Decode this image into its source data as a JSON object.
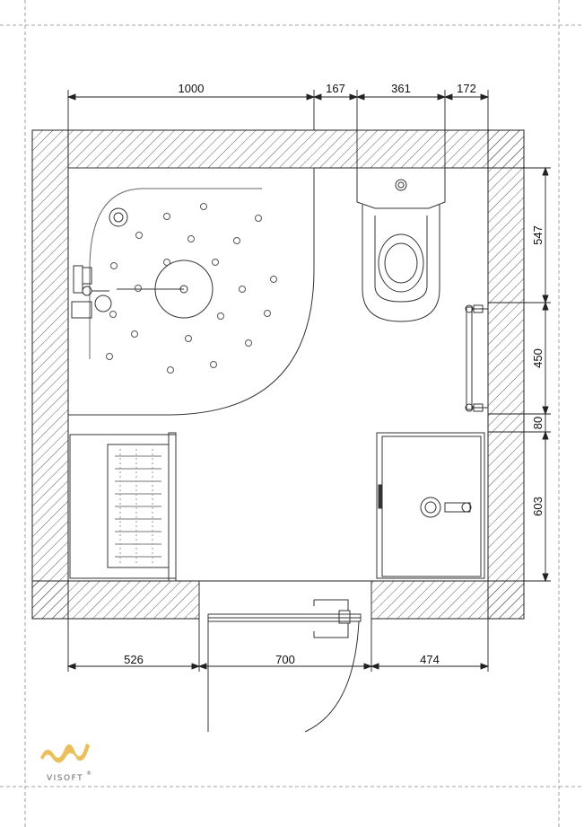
{
  "plan": {
    "dimensions_top": [
      "1000",
      "167",
      "361",
      "172"
    ],
    "dimensions_right": [
      "547",
      "450",
      "80",
      "603"
    ],
    "dimensions_bottom": [
      "526",
      "700",
      "474"
    ]
  },
  "logo": {
    "brand": "VISOFT",
    "trademark": "®"
  },
  "colors": {
    "line": "#222222",
    "hatch": "#333333",
    "frame_dash": "#888888",
    "logo_accent": "#e8b84a"
  }
}
